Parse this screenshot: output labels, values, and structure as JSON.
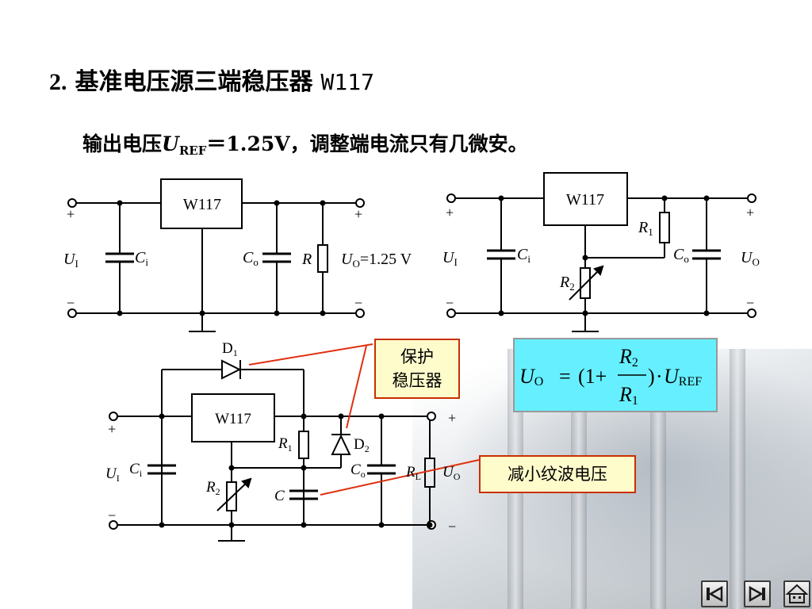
{
  "slide": {
    "title_number": "2.",
    "title_text": "基准电压源三端稳压器",
    "title_model": "W117",
    "subtitle_prefix": "输出电压",
    "subtitle_var": "U",
    "subtitle_sub": "REF",
    "subtitle_suffix": "＝1.25V，调整端电流只有几微安。"
  },
  "circuit1": {
    "chip": "W117",
    "plus_in": "+",
    "minus_in": "−",
    "plus_out": "+",
    "minus_out": "−",
    "ui_var": "U",
    "ui_sub": "I",
    "ci_var": "C",
    "ci_sub": "i",
    "co_var": "C",
    "co_sub": "o",
    "r_var": "R",
    "uo_var": "U",
    "uo_sub": "O",
    "uo_value": "=1.25 V"
  },
  "circuit2": {
    "chip": "W117",
    "plus_in": "+",
    "minus_in": "−",
    "plus_out": "+",
    "minus_out": "−",
    "ui_var": "U",
    "ui_sub": "I",
    "ci_var": "C",
    "ci_sub": "i",
    "r1_var": "R",
    "r1_sub": "1",
    "r2_var": "R",
    "r2_sub": "2",
    "co_var": "C",
    "co_sub": "o",
    "uo_var": "U",
    "uo_sub": "O"
  },
  "circuit3": {
    "chip": "W117",
    "d1_var": "D",
    "d1_sub": "1",
    "d2_var": "D",
    "d2_sub": "2",
    "plus_in": "+",
    "minus_in": "−",
    "plus_out": "+",
    "minus_out": "−",
    "ui_var": "U",
    "ui_sub": "I",
    "ci_var": "C",
    "ci_sub": "i",
    "r1_var": "R",
    "r1_sub": "1",
    "r2_var": "R",
    "r2_sub": "2",
    "c_var": "C",
    "co_var": "C",
    "co_sub": "o",
    "rl_var": "R",
    "rl_sub": "L",
    "uo_var": "U",
    "uo_sub": "O"
  },
  "callouts": {
    "protect_line1": "保护",
    "protect_line2": "稳压器",
    "ripple": "减小纹波电压"
  },
  "formula": {
    "lhs_var": "U",
    "lhs_sub": "O",
    "equals": "=",
    "open": "(1+",
    "num_var": "R",
    "num_sub": "2",
    "den_var": "R",
    "den_sub": "1",
    "close": ")",
    "dot": "·",
    "rhs_var": "U",
    "rhs_sub": "REF"
  },
  "nav": {
    "first_icon": "first-slide-icon",
    "last_icon": "last-slide-icon",
    "home_icon": "home-icon"
  },
  "colors": {
    "callout_border": "#c83000",
    "callout_fill": "#fffccc",
    "formula_fill": "#66f0ff",
    "leader_line": "#e03010"
  }
}
